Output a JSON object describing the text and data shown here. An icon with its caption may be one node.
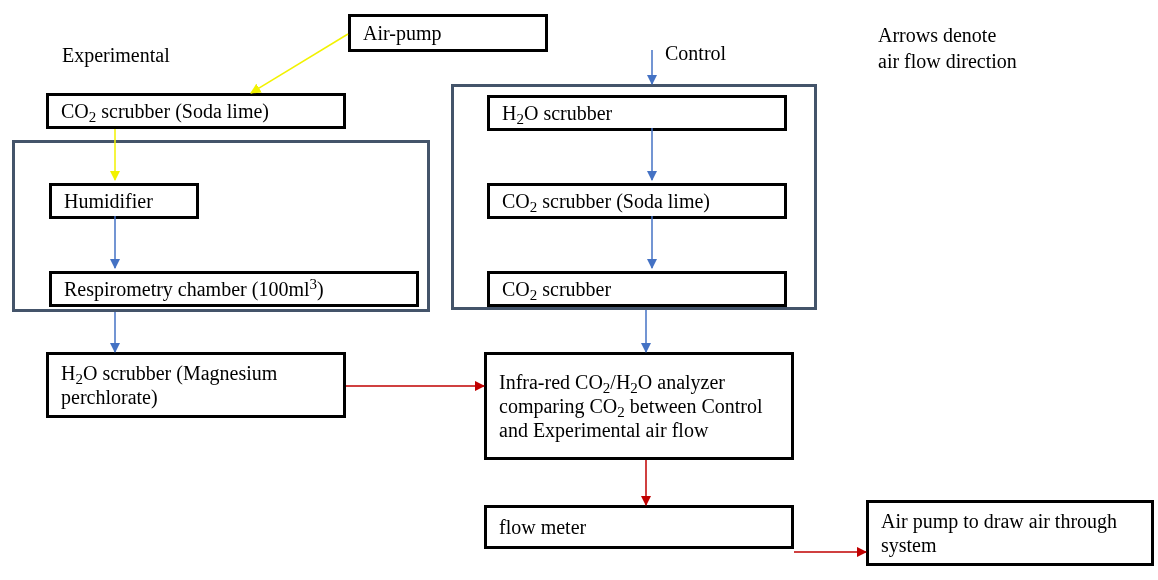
{
  "diagram": {
    "nodes": [
      {
        "text": [
          "Air-pump"
        ]
      },
      {
        "text": [
          "CO$_{2}$ scrubber (Soda lime)"
        ]
      },
      {
        "text": [],
        "shape": "box"
      },
      {
        "text": [
          "Humidifier"
        ],
        "in": 2
      },
      {
        "text": [
          "Respirometry chamber (100ml$^{3}$)"
        ],
        "in": 2
      },
      {
        "text": [
          "H$_{2}$O scrubber (Magnesium perchlorate)"
        ]
      },
      {
        "text": [],
        "shape": "box"
      },
      {
        "text": [
          "H$_{2}$O scrubber"
        ],
        "in": 6
      },
      {
        "text": [
          "CO$_{2}$ scrubber (Soda lime)"
        ],
        "in": 6
      },
      {
        "text": [
          "CO$_{2}$ scrubber"
        ],
        "in": 6
      },
      {
        "text": [
          "Infra-red CO$_{2}$/H$_{2}$O analyzer comparing CO$_{2}$ between Control and Experimental air flow"
        ]
      },
      {
        "text": [
          "flow meter"
        ]
      },
      {
        "text": [
          "Air pump to draw air through system"
        ]
      }
    ],
    "edges": [
      {
        "from": 0,
        "to": 1,
        "arrow": "to",
        "color": "#f2f200"
      },
      {
        "from": null,
        "to": 6,
        "arrow": "to"
      },
      {
        "from": 1,
        "to": 3,
        "arrow": "to",
        "color": "#f2f200"
      },
      {
        "from": 3,
        "to": 4,
        "arrow": "to"
      },
      {
        "from": 2,
        "to": 5,
        "arrow": "to"
      },
      {
        "from": 7,
        "to": 8,
        "arrow": "to"
      },
      {
        "from": 8,
        "to": 9,
        "arrow": "to"
      },
      {
        "from": 6,
        "to": 10,
        "arrow": "to"
      },
      {
        "from": 5,
        "to": 10,
        "arrow": "to",
        "color": "#c00000"
      },
      {
        "from": 10,
        "to": 11,
        "arrow": "to",
        "color": "#c00000"
      },
      {
        "from": 11,
        "to": 12,
        "arrow": "to",
        "color": "#c00000"
      }
    ],
    "labels": [
      "Experimental",
      "Control",
      "Arrows denote air flow direction"
    ]
  }
}
